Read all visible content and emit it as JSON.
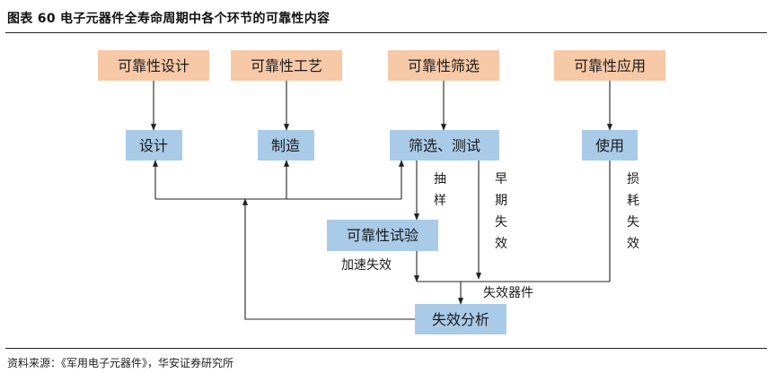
{
  "figure": {
    "title": "图表 60 电子元器件全寿命周期中各个环节的可靠性内容",
    "source": "资料来源：《军用电子元器件》，华安证券研究所"
  },
  "requirements": [
    "可靠性设计",
    "可靠性工艺",
    "可靠性筛选",
    "可靠性应用"
  ],
  "stages": {
    "design": "设计",
    "manufacture": "制造",
    "screen_test": "筛选、测试",
    "use": "使用",
    "reliability_test": "可靠性试验",
    "failure_analysis": "失效分析"
  },
  "labels": {
    "sampling": "抽样",
    "early_failure": "早期失效",
    "wear_failure": "损耗失效",
    "accelerated_failure": "加速失效",
    "failed_devices": "失效器件"
  },
  "colors": {
    "requirement_box": "#F7C9A7",
    "stage_box": "#A9CBE8"
  }
}
